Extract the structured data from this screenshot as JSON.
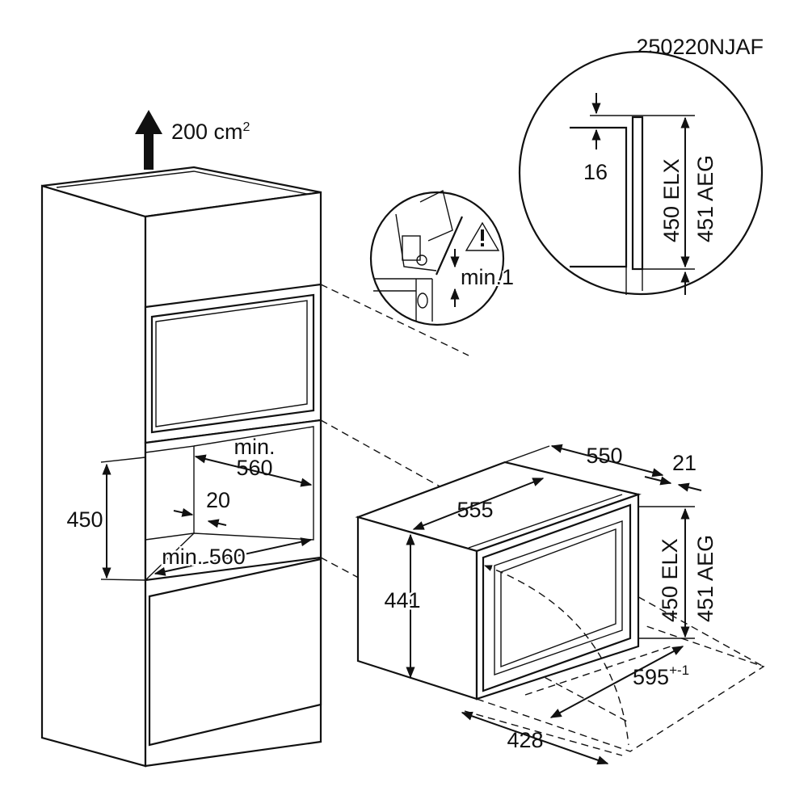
{
  "doc_code": "250220NJAF",
  "ventilation": {
    "value": "200 cm",
    "superscript": "2"
  },
  "detail_clearance": {
    "gap": "16",
    "height_elx": "450 ELX",
    "height_aeg": "451 AEG"
  },
  "detail_warning": {
    "label": "min.1",
    "icon": "warning-triangle-icon"
  },
  "cabinet": {
    "niche_width_top": "min.\n560",
    "niche_width_top_line1": "min.",
    "niche_width_top_line2": "560",
    "niche_gap": "20",
    "niche_height": "450",
    "niche_width_bottom": "min. 560"
  },
  "appliance": {
    "depth": "550",
    "door_thickness": "21",
    "body_width": "555",
    "body_height": "441",
    "front_height_elx": "450 ELX",
    "front_height_aeg": "451 AEG",
    "front_width": "595",
    "front_width_tolerance": "+-1",
    "door_swing": "428"
  }
}
